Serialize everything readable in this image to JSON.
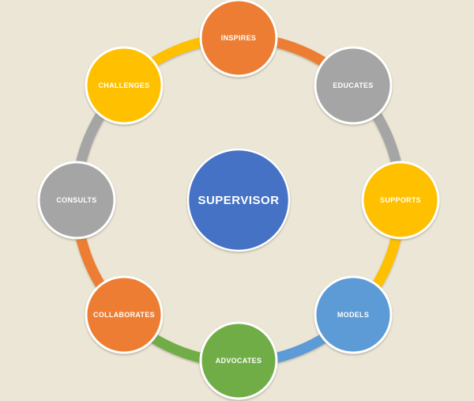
{
  "background_color": "#ECE6D6",
  "text_color": "#FFFFFF",
  "center": {
    "label": "SUPERVISOR",
    "color": "#4472C4"
  },
  "nodes": [
    {
      "id": "inspires",
      "label": "INSPIRES",
      "color": "#ED7D31",
      "position": "top"
    },
    {
      "id": "educates",
      "label": "EDUCATES",
      "color": "#A5A5A5",
      "position": "top-right"
    },
    {
      "id": "supports",
      "label": "SUPPORTS",
      "color": "#FFC000",
      "position": "right"
    },
    {
      "id": "models",
      "label": "MODELS",
      "color": "#5B9BD5",
      "position": "bottom-right"
    },
    {
      "id": "advocates",
      "label": "ADVOCATES",
      "color": "#70AD47",
      "position": "bottom"
    },
    {
      "id": "collaborates",
      "label": "COLLABORATES",
      "color": "#ED7D31",
      "position": "bottom-left"
    },
    {
      "id": "consults",
      "label": "CONSULTS",
      "color": "#A5A5A5",
      "position": "left"
    },
    {
      "id": "challenges",
      "label": "CHALLENGES",
      "color": "#FFC000",
      "position": "top-left"
    }
  ]
}
